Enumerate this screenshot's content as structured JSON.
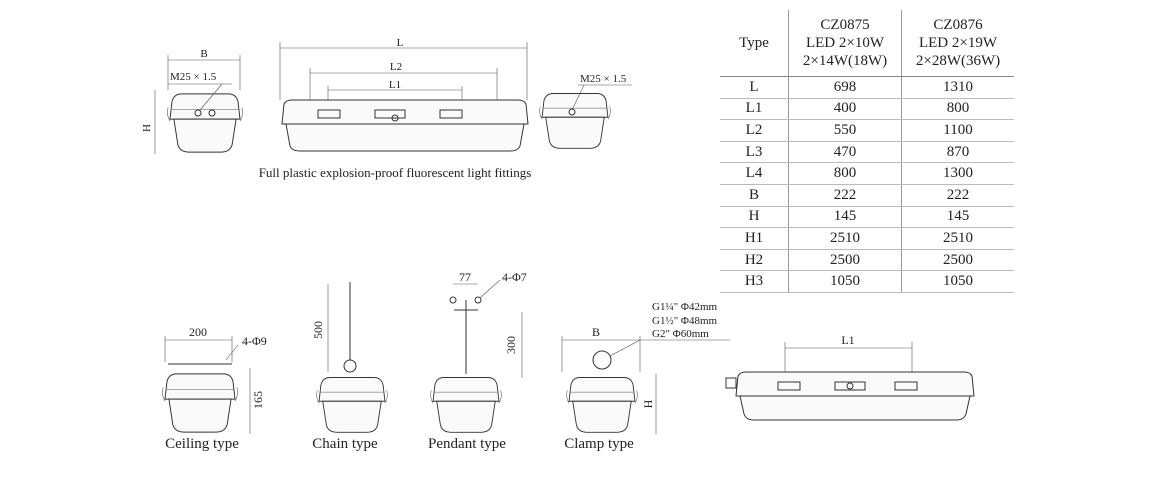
{
  "top_drawing": {
    "dim_B": "B",
    "dim_L": "L",
    "dim_L2": "L2",
    "dim_L1": "L1",
    "dim_H": "H",
    "thread_left": "M25 × 1.5",
    "thread_right": "M25 × 1.5",
    "caption": "Full plastic explosion-proof  fluorescent light fittings"
  },
  "table": {
    "header": [
      "Type",
      [
        "CZ0875",
        "LED 2×10W",
        "2×14W(18W)"
      ],
      [
        "CZ0876",
        "LED 2×19W",
        "2×28W(36W)"
      ]
    ],
    "rows": [
      [
        "L",
        "698",
        "1310"
      ],
      [
        "L1",
        "400",
        "800"
      ],
      [
        "L2",
        "550",
        "1100"
      ],
      [
        "L3",
        "470",
        "870"
      ],
      [
        "L4",
        "800",
        "1300"
      ],
      [
        "B",
        "222",
        "222"
      ],
      [
        "H",
        "145",
        "145"
      ],
      [
        "H1",
        "2510",
        "2510"
      ],
      [
        "H2",
        "2500",
        "2500"
      ],
      [
        "H3",
        "1050",
        "1050"
      ]
    ]
  },
  "mounting": {
    "ceiling": {
      "caption": "Ceiling type",
      "width": "200",
      "holes": "4-Φ9",
      "height": "165"
    },
    "chain": {
      "caption": "Chain type",
      "length": "500"
    },
    "pendant": {
      "caption": "Pendant type",
      "width": "77",
      "holes": "4-Φ7",
      "length": "300"
    },
    "clamp": {
      "caption": "Clamp type",
      "dim_B": "B",
      "dim_H": "H",
      "pipes": [
        "G1¼\" Φ42mm",
        "G1½\" Φ48mm",
        "G2\" Φ60mm"
      ]
    },
    "side": {
      "dim_L1": "L1"
    }
  }
}
